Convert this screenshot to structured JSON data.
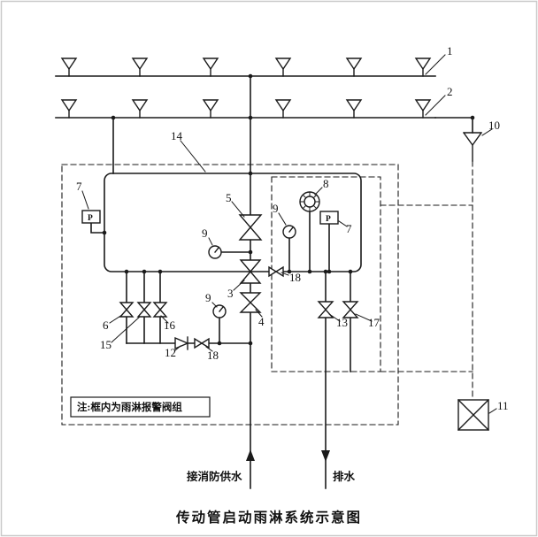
{
  "diagram": {
    "title": "传动管启动雨淋系统示意图",
    "note": "注:框内为雨淋报警阀组",
    "labels": {
      "supply": "接消防供水",
      "drain": "排水"
    },
    "pressure_switch": "P",
    "callouts": {
      "c1": "1",
      "c2": "2",
      "c3": "3",
      "c4": "4",
      "c5": "5",
      "c6": "6",
      "c7": "7",
      "c8": "8",
      "c9": "9",
      "c10": "10",
      "c11": "11",
      "c12": "12",
      "c13": "13",
      "c14": "14",
      "c15": "15",
      "c16": "16",
      "c17": "17",
      "c18": "18"
    },
    "colors": {
      "line": "#1a1a1a",
      "background": "#ffffff",
      "border": "#c9c9c9"
    }
  }
}
